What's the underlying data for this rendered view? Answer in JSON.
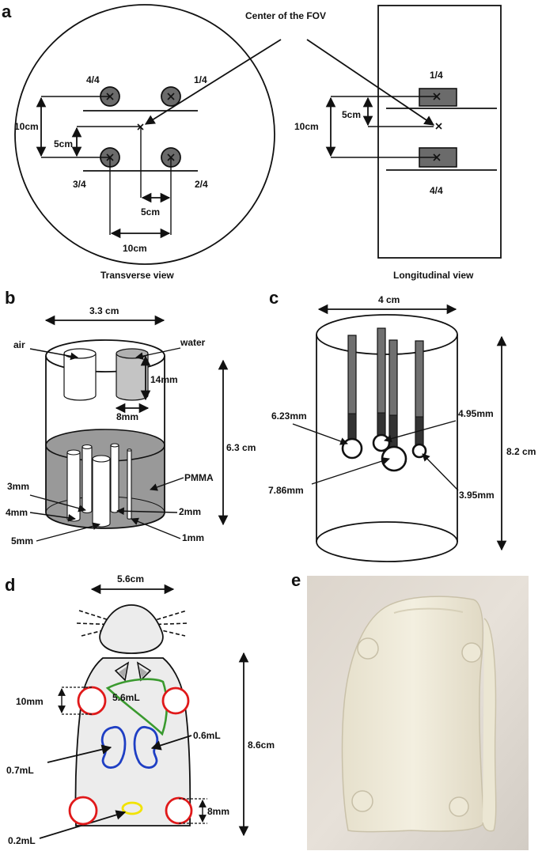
{
  "panels": {
    "a": "a",
    "b": "b",
    "c": "c",
    "d": "d",
    "e": "e"
  },
  "a": {
    "center_label": "Center of the FOV",
    "transverse": {
      "caption": "Transverse view",
      "pos_4_4": "4/4",
      "pos_1_4": "1/4",
      "pos_3_4": "3/4",
      "pos_2_4": "2/4",
      "dim_10cm_left": "10cm",
      "dim_5cm_left": "5cm",
      "dim_5cm_bottom": "5cm",
      "dim_10cm_bottom": "10cm"
    },
    "longitudinal": {
      "caption": "Longitudinal view",
      "pos_top": "1/4",
      "pos_bottom": "4/4",
      "dim_5cm": "5cm",
      "dim_10cm": "10cm"
    }
  },
  "b": {
    "width": "3.3 cm",
    "height": "6.3 cm",
    "air": "air",
    "water": "water",
    "insert_height": "14mm",
    "insert_diam": "8mm",
    "material": "PMMA",
    "rods": [
      "3mm",
      "4mm",
      "5mm",
      "2mm",
      "1mm"
    ]
  },
  "c": {
    "width": "4 cm",
    "height": "8.2 cm",
    "spheres": [
      "6.23mm",
      "4.95mm",
      "7.86mm",
      "3.95mm"
    ]
  },
  "d": {
    "width": "5.6cm",
    "height": "8.6cm",
    "marker_top": "10mm",
    "marker_bottom": "8mm",
    "organs": {
      "heart": "5.6mL",
      "kidney_right": "0.6mL",
      "kidney_left": "0.7mL",
      "bladder": "0.2mL"
    },
    "colors": {
      "heart": "#3a9a2f",
      "kidneys": "#1f3fc4",
      "bladder": "#f2e300",
      "markers": "#e0191a"
    }
  },
  "e": {
    "photo": "3D-printed mouse phantom photograph"
  }
}
